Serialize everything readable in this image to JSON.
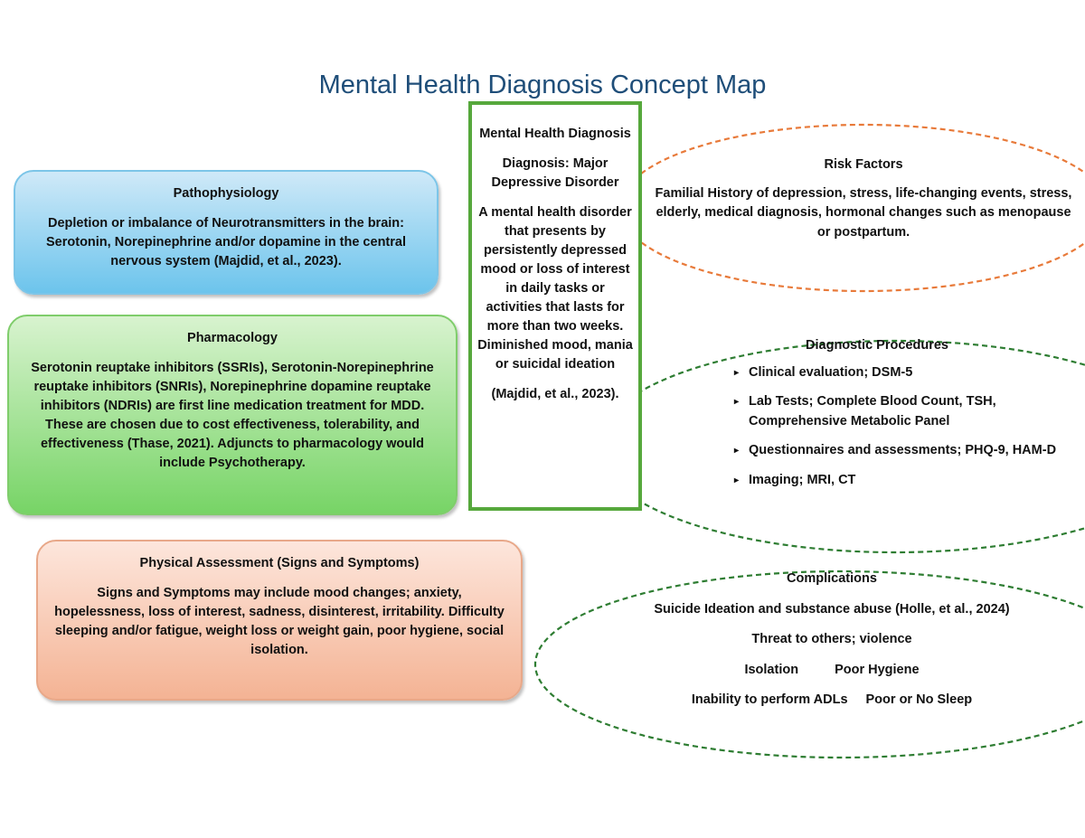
{
  "title": "Mental Health Diagnosis Concept Map",
  "center": {
    "label": "Mental Health Diagnosis",
    "diagnosis": "Diagnosis:  Major Depressive Disorder",
    "description": "A mental health disorder that presents by persistently depressed mood or loss of interest in daily tasks or activities that lasts for more than two weeks.  Diminished mood, mania or suicidal ideation",
    "citation": "(Majdid, et al., 2023)."
  },
  "pathophysiology": {
    "heading": "Pathophysiology",
    "body": "Depletion or imbalance of Neurotransmitters in the brain: Serotonin, Norepinephrine and/or dopamine in the central nervous system (Majdid, et al., 2023)."
  },
  "pharmacology": {
    "heading": "Pharmacology",
    "body": "Serotonin reuptake inhibitors (SSRIs), Serotonin-Norepinephrine reuptake inhibitors (SNRIs), Norepinephrine dopamine reuptake inhibitors (NDRIs) are first line medication treatment for MDD.  These are chosen due to cost effectiveness, tolerability, and effectiveness (Thase, 2021).  Adjuncts to pharmacology would include Psychotherapy."
  },
  "physical": {
    "heading": "Physical Assessment (Signs and Symptoms)",
    "body": "Signs and Symptoms may include mood changes; anxiety, hopelessness, loss of interest, sadness, disinterest, irritability. Difficulty sleeping and/or fatigue, weight loss or weight gain, poor hygiene, social isolation."
  },
  "risk": {
    "heading": "Risk Factors",
    "body": "Familial History of depression, stress, life-changing events, stress, elderly, medical diagnosis, hormonal changes such as menopause or postpartum."
  },
  "diagnostic": {
    "heading": "Diagnostic Procedures",
    "items": [
      "Clinical evaluation; DSM-5",
      "Lab Tests; Complete Blood Count, TSH, Comprehensive Metabolic Panel",
      "Questionnaires and assessments; PHQ-9, HAM-D",
      "Imaging; MRI, CT"
    ]
  },
  "complications": {
    "heading": "Complications",
    "line1": "Suicide Ideation and substance abuse (Holle, et al., 2024)",
    "line2": "Threat to others; violence",
    "line3a": "Isolation",
    "line3b": "Poor Hygiene",
    "line4a": "Inability to perform ADLs",
    "line4b": "Poor or No Sleep"
  },
  "colors": {
    "title": "#1f4e79",
    "center_border": "#56a83c",
    "risk_dash": "#e87a3a",
    "green_dash": "#2e7d32"
  }
}
